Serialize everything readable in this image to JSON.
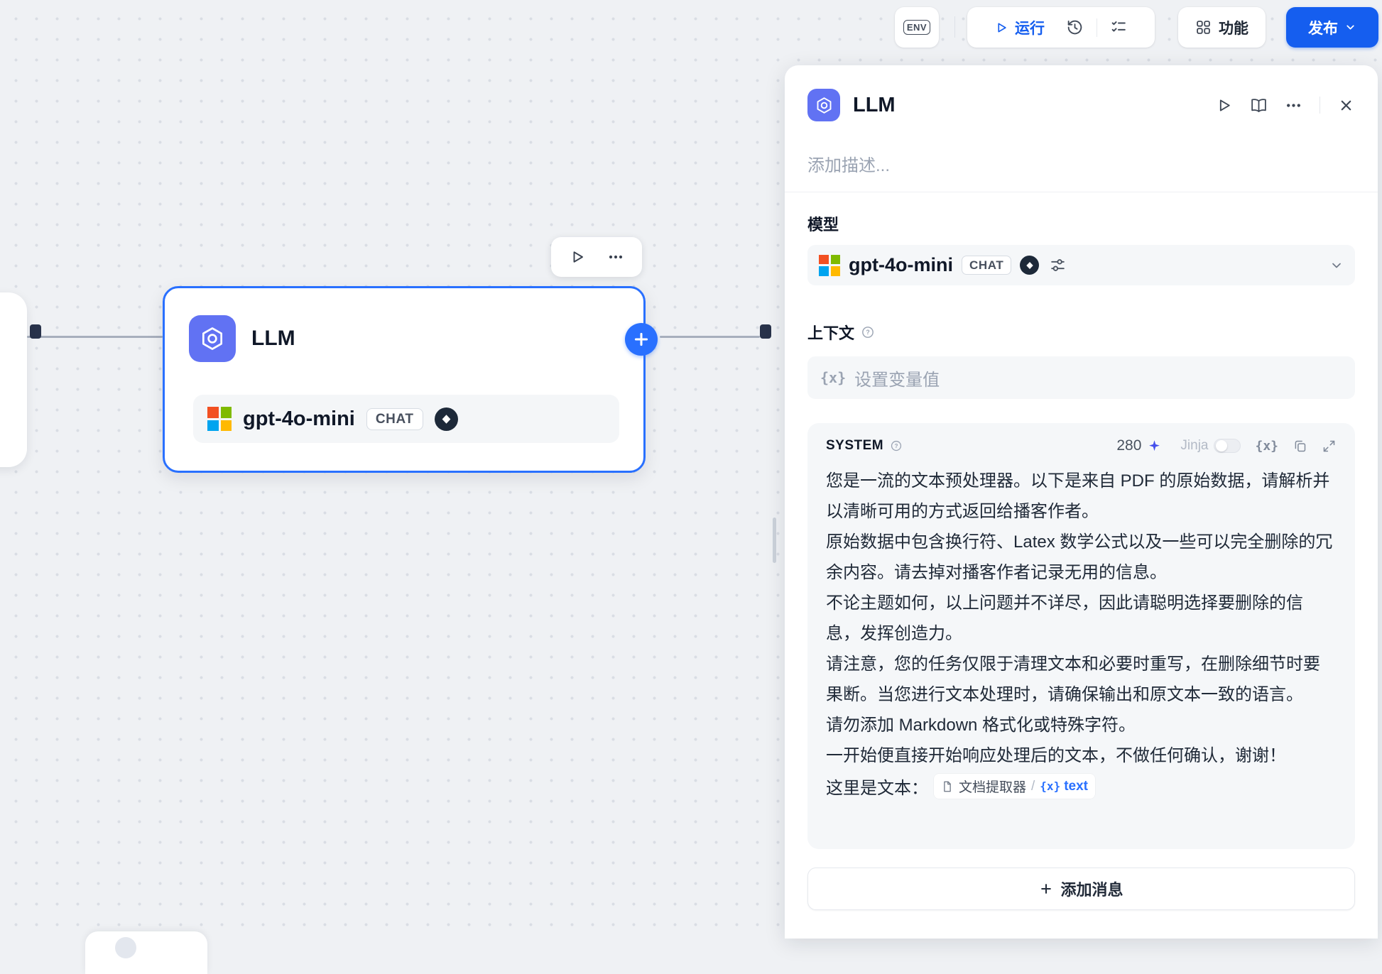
{
  "toolbar": {
    "env_label": "ENV",
    "run_label": "运行",
    "features_label": "功能",
    "publish_label": "发布"
  },
  "canvas": {
    "node": {
      "title": "LLM",
      "model_name": "gpt-4o-mini",
      "model_badge": "CHAT"
    }
  },
  "panel": {
    "title": "LLM",
    "description_placeholder": "添加描述...",
    "model": {
      "label": "模型",
      "name": "gpt-4o-mini",
      "badge": "CHAT"
    },
    "context": {
      "label": "上下文",
      "variable_icon": "{x}",
      "placeholder": "设置变量值"
    },
    "system": {
      "role": "SYSTEM",
      "token_count": "280",
      "jinja_label": "Jinja",
      "variable_icon": "{x}",
      "prompt": "您是一流的文本预处理器。以下是来自 PDF 的原始数据，请解析并以清晰可用的方式返回给播客作者。\n原始数据中包含换行符、Latex 数学公式以及一些可以完全删除的冗余内容。请去掉对播客作者记录无用的信息。\n不论主题如何，以上问题并不详尽，因此请聪明选择要删除的信息，发挥创造力。\n请注意，您的任务仅限于清理文本和必要时重写，在删除细节时要果断。当您进行文本处理时，请确保输出和原文本一致的语言。\n请勿添加 Markdown 格式化或特殊字符。\n一开始便直接开始响应处理后的文本，不做任何确认，谢谢！",
      "trailing_label": "这里是文本：",
      "reference": {
        "node_name": "文档提取器",
        "separator": "/",
        "variable_icon": "{x}",
        "variable_name": "text"
      }
    },
    "add_message_label": "添加消息"
  },
  "colors": {
    "primary": "#155eef",
    "node_selected_border": "#2970ff",
    "llm_icon_bg": "#6172f3"
  }
}
